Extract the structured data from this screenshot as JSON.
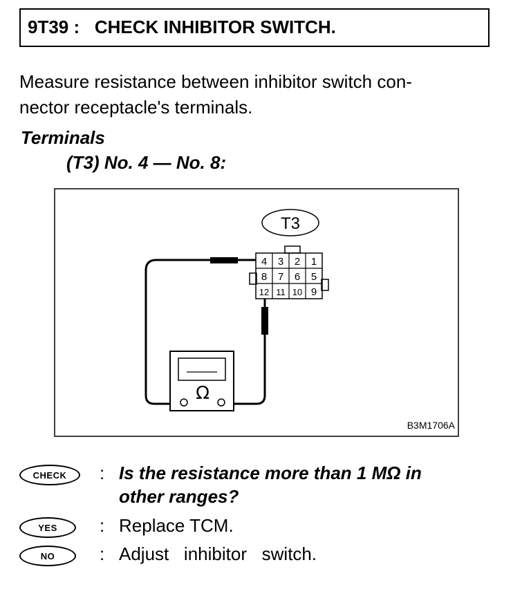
{
  "header": {
    "title": "9T39 :   CHECK INHIBITOR SWITCH."
  },
  "instruction": {
    "line1": "Measure resistance between inhibitor switch con-",
    "line2": "nector receptacle's terminals."
  },
  "terminals": {
    "heading": "Terminals",
    "value": "(T3) No. 4 — No. 8:"
  },
  "diagram": {
    "connector_label": "T3",
    "pins_row1": [
      "4",
      "3",
      "2",
      "1"
    ],
    "pins_row2": [
      "8",
      "7",
      "6",
      "5"
    ],
    "pins_row3": [
      "12",
      "11",
      "10",
      "9"
    ],
    "meter_symbol": "Ω",
    "figure_code": "B3M1706A"
  },
  "check": {
    "badge": "CHECK",
    "colon": ":",
    "question_line1": "Is the resistance more than 1 MΩ in",
    "question_line2": "other ranges?"
  },
  "yes": {
    "badge": "YES",
    "colon": ":",
    "action": "Replace TCM."
  },
  "no": {
    "badge": "NO",
    "colon": ":",
    "action": "Adjust   inhibitor   switch."
  }
}
